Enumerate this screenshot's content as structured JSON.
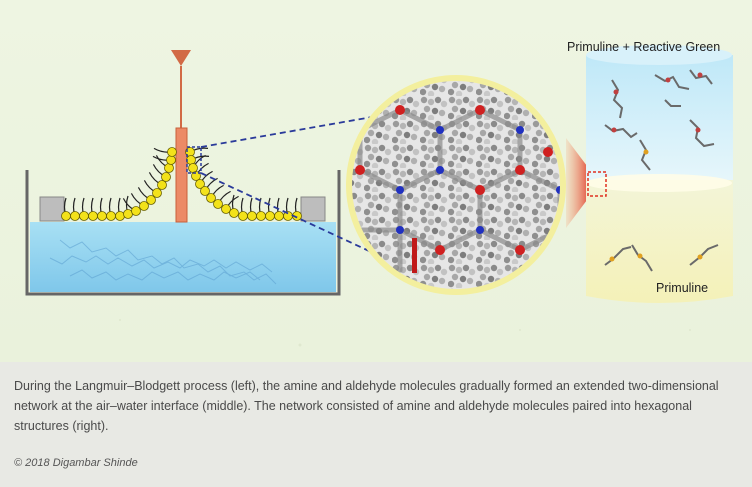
{
  "figure": {
    "label_top": "Primuline + Reactive Green",
    "label_bottom": "Primuline"
  },
  "caption": {
    "text": "During the Langmuir–Blodgett process (left), the amine and aldehyde molecules gradually formed an extended two-dimensional network at the air–water interface (middle). The network consisted of amine and aldehyde molecules paired into hexagonal structures (right).",
    "credit": "© 2018 Digambar Shinde"
  },
  "colors": {
    "background": "#eef5e2",
    "water": "#8fd3ee",
    "rod": "#e07a57",
    "bead": "#f3e21a",
    "dashed_line": "#2a3a9a",
    "highlight": "#e03020"
  }
}
